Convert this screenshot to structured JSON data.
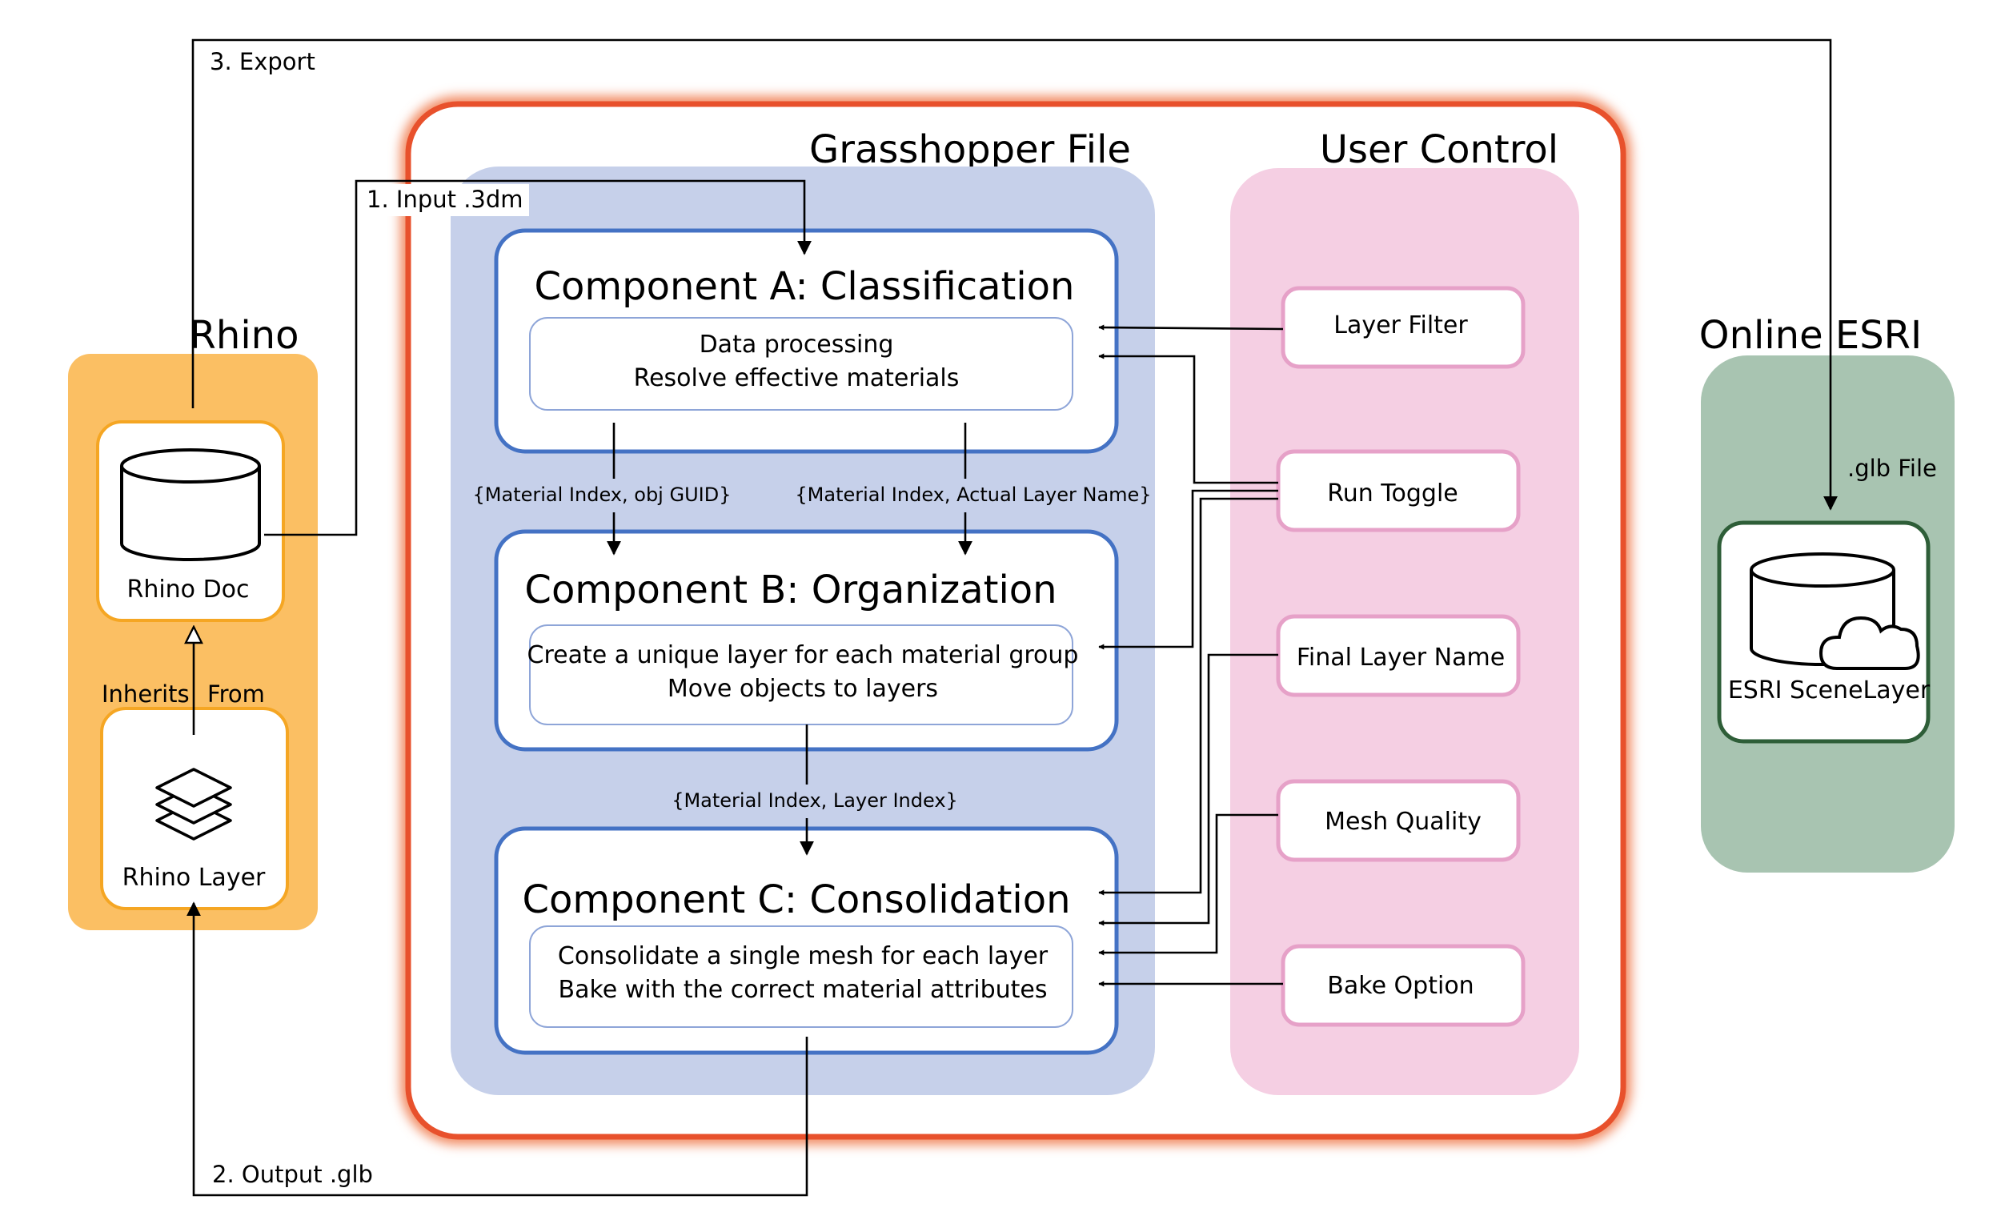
{
  "groups": {
    "rhino": "Rhino",
    "grasshopper": "Grasshopper File",
    "user_control": "User Control",
    "online_esri": "Online ESRI"
  },
  "rhino": {
    "doc_label": "Rhino Doc",
    "layer_label": "Rhino Layer",
    "inherits_left": "Inherits",
    "inherits_right": "From"
  },
  "components": [
    {
      "title": "Component A: Classification",
      "lines": [
        "Data processing",
        "Resolve effective materials"
      ]
    },
    {
      "title": "Component B: Organization",
      "lines": [
        "Create a unique layer for each material group",
        "Move objects to layers"
      ]
    },
    {
      "title": "Component C: Consolidation",
      "lines": [
        "Consolidate a single mesh for each layer",
        "Bake with the correct material attributes"
      ]
    }
  ],
  "flows": {
    "a_to_b_left": "{Material Index, obj GUID}",
    "a_to_b_right": "{Material Index, Actual Layer Name}",
    "b_to_c": "{Material Index, Layer Index}",
    "input": "1. Input .3dm",
    "output": "2. Output .glb",
    "export": "3. Export",
    "glb_file": ".glb File"
  },
  "controls": [
    "Layer Filter",
    "Run Toggle",
    "Final Layer Name",
    "Mesh Quality",
    "Bake Option"
  ],
  "esri": {
    "scene_layer": "ESRI SceneLayer"
  },
  "colors": {
    "rhino_group": "#fbbf63",
    "grasshopper_border": "#e8512c",
    "grasshopper_panel": "#c6d0ea",
    "component_border": "#4472c4",
    "user_control_panel": "#f5cfe3",
    "control_border": "#e6a1c8",
    "esri_group": "#a8c4b1",
    "esri_border": "#2e5e38"
  }
}
